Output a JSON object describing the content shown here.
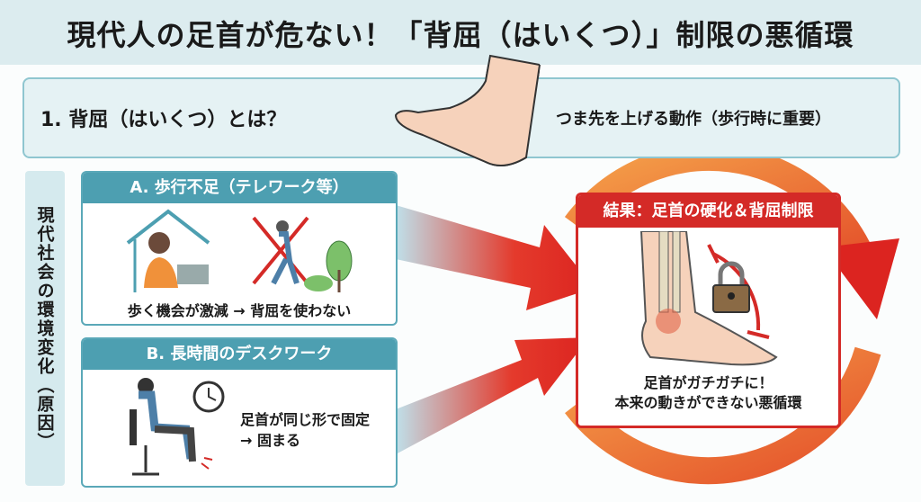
{
  "title": "現代人の足首が危ない！「背屈（はいくつ）」制限の悪循環",
  "section1": {
    "question": "1. 背屈（はいくつ）とは？",
    "answer": "つま先を上げる動作（歩行時に重要）"
  },
  "side_label": "現代社会の環境変化（原因）",
  "cause_a": {
    "header": "A. 歩行不足（テレワーク等）",
    "caption": "歩く機会が激減 → 背屈を使わない"
  },
  "cause_b": {
    "header": "B. 長時間のデスクワーク",
    "line1": "足首が同じ形で固定",
    "line2": "→ 固まる"
  },
  "result": {
    "header": "結果：足首の硬化＆背屈制限",
    "line1": "足首がガチガチに！",
    "line2": "本来の動きができない悪循環"
  },
  "colors": {
    "accent_red": "#d42a27",
    "teal": "#4d9fb1",
    "orange": "#f0913a",
    "light_blue": "#dcecef"
  }
}
